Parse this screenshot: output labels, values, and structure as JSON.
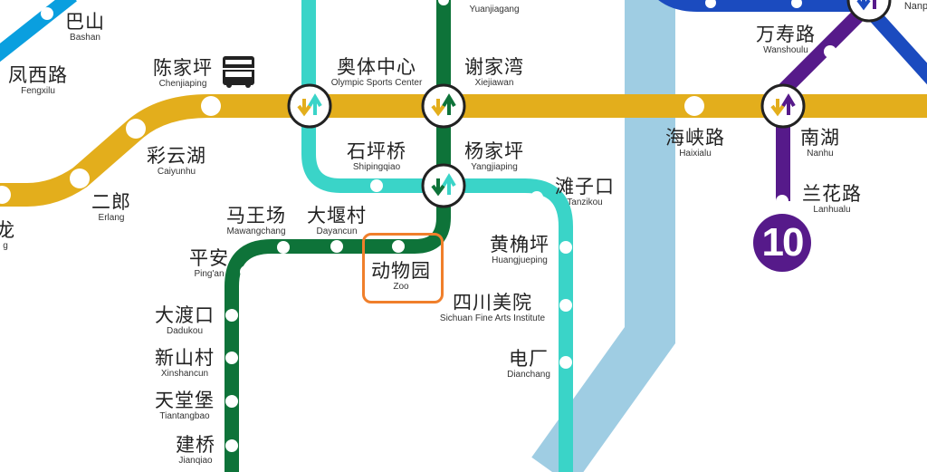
{
  "colors": {
    "line1_yellow": "#E3AE1C",
    "teal": "#3AD4C8",
    "green": "#0E7339",
    "purple": "#561A8A",
    "blue": "#1B4BBF",
    "lightblue": "#0A9FDF",
    "river": "#9FCDE3",
    "highlight": "#F07F2B"
  },
  "line_badge": "10",
  "stations": {
    "bashan": {
      "zh": "巴山",
      "en": "Bashan"
    },
    "fengxilu": {
      "zh": "凤西路",
      "en": "Fengxilu"
    },
    "chenjiaping": {
      "zh": "陈家坪",
      "en": "Chenjiaping"
    },
    "caiyunhu": {
      "zh": "彩云湖",
      "en": "Caiyunhu"
    },
    "erlang": {
      "zh": "二郎",
      "en": "Erlang"
    },
    "long": {
      "zh": "龙",
      "en": "g"
    },
    "olympic": {
      "zh": "奥体中心",
      "en": "Olympic Sports Center"
    },
    "yuanjiagang": {
      "en": "Yuanjiagang"
    },
    "xiejiawan": {
      "zh": "谢家湾",
      "en": "Xiejiawan"
    },
    "shipingqiao": {
      "zh": "石坪桥",
      "en": "Shipingqiao"
    },
    "yangjiaping": {
      "zh": "杨家坪",
      "en": "Yangjiaping"
    },
    "mawangchang": {
      "zh": "马王场",
      "en": "Mawangchang"
    },
    "dayancun": {
      "zh": "大堰村",
      "en": "Dayancun"
    },
    "zoo": {
      "zh": "动物园",
      "en": "Zoo"
    },
    "pingan": {
      "zh": "平安",
      "en": "Ping'an"
    },
    "dadukou": {
      "zh": "大渡口",
      "en": "Dadukou"
    },
    "xinshancun": {
      "zh": "新山村",
      "en": "Xinshancun"
    },
    "tiantangbao": {
      "zh": "天堂堡",
      "en": "Tiantangbao"
    },
    "jianqiao": {
      "zh": "建桥",
      "en": "Jianqiao"
    },
    "tanzikou": {
      "zh": "滩子口",
      "en": "Tanzikou"
    },
    "huangjueping": {
      "zh": "黄桷坪",
      "en": "Huangjueping"
    },
    "sichuan": {
      "zh": "四川美院",
      "en": "Sichuan Fine Arts Institute"
    },
    "dianchang": {
      "zh": "电厂",
      "en": "Dianchang"
    },
    "haixialu": {
      "zh": "海峡路",
      "en": "Haixialu"
    },
    "wanshoulu": {
      "zh": "万寿路",
      "en": "Wanshoulu"
    },
    "nanhu": {
      "zh": "南湖",
      "en": "Nanhu"
    },
    "lanhualu": {
      "zh": "兰花路",
      "en": "Lanhualu"
    },
    "nanping": {
      "en": "Nanp"
    }
  }
}
